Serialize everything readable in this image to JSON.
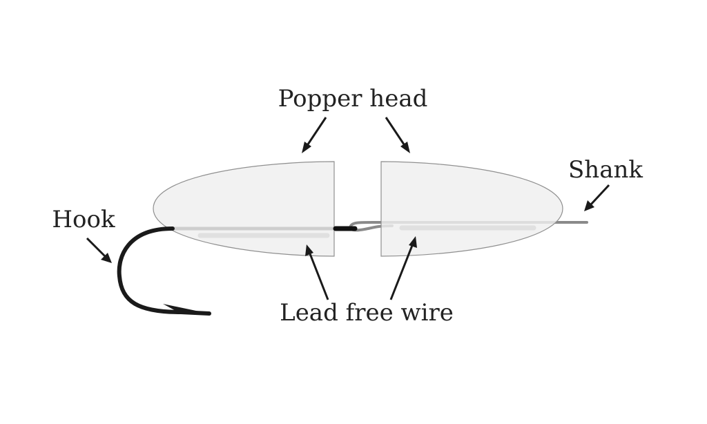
{
  "labels": {
    "popper_head": "Popper head",
    "shank": "Shank",
    "hook": "Hook",
    "lead_free_wire": "Lead free wire"
  },
  "colors": {
    "background": "#ffffff",
    "popper_fill": "#efefef",
    "popper_outline": "#8f8f8f",
    "hook": "#1a1a1a",
    "shank_wire": "#8a8a8a",
    "lead_wire": "#9a9a9a",
    "text": "#222222"
  }
}
